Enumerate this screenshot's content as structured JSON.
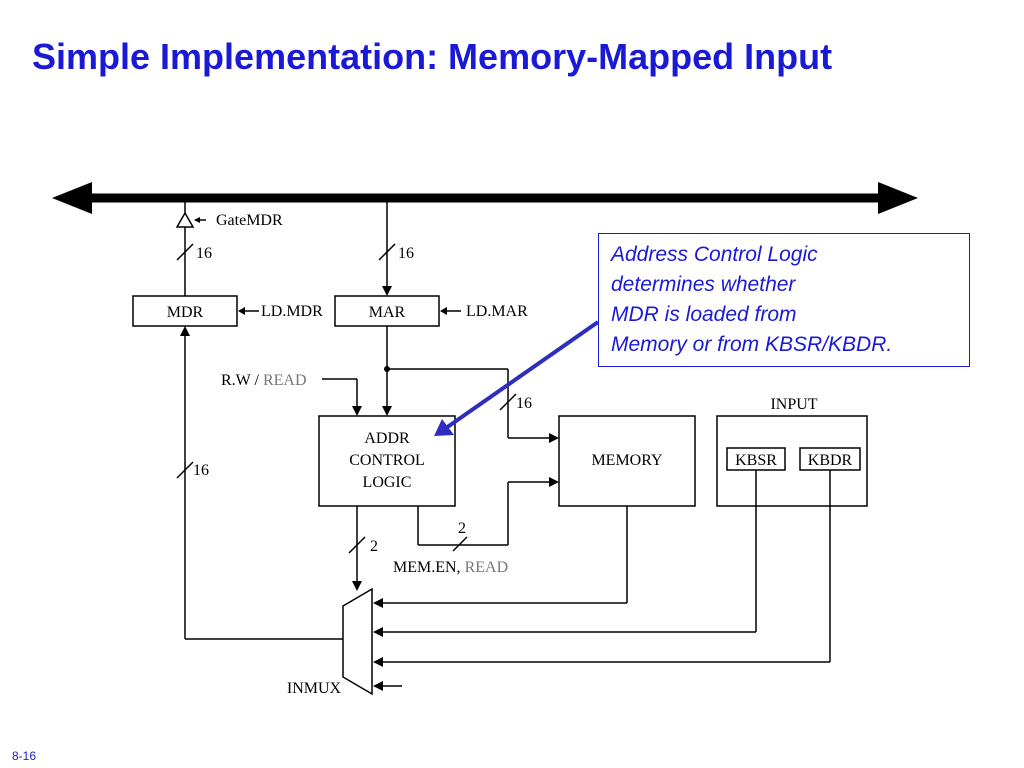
{
  "title": "Simple Implementation: Memory-Mapped Input",
  "slide_number": "8-16",
  "callout": {
    "lines": [
      "Address Control Logic",
      "determines whether",
      "MDR is loaded from",
      "Memory or from KBSR/KBDR."
    ],
    "color": "#1a1ad6"
  },
  "diagram": {
    "gate_label": "GateMDR",
    "blocks": {
      "mdr": "MDR",
      "mar": "MAR",
      "addr_control_logic": [
        "ADDR",
        "CONTROL",
        "LOGIC"
      ],
      "memory": "MEMORY",
      "input": "INPUT",
      "kbsr": "KBSR",
      "kbdr": "KBDR",
      "inmux": "INMUX"
    },
    "control_signals": {
      "ld_mdr": "LD.MDR",
      "ld_mar": "LD.MAR",
      "rw_prefix": "R.W / ",
      "rw_value": "READ",
      "mem_en_prefix": "MEM.EN, ",
      "mem_en_value": "READ"
    },
    "bus_widths": {
      "gate_to_mdr": "16",
      "bus_to_mar": "16",
      "mar_to_memory": "16",
      "inmux_to_mdr": "16",
      "acl_to_inmux": "2",
      "acl_to_memory": "2"
    },
    "highlight_value_color": "#777777"
  }
}
